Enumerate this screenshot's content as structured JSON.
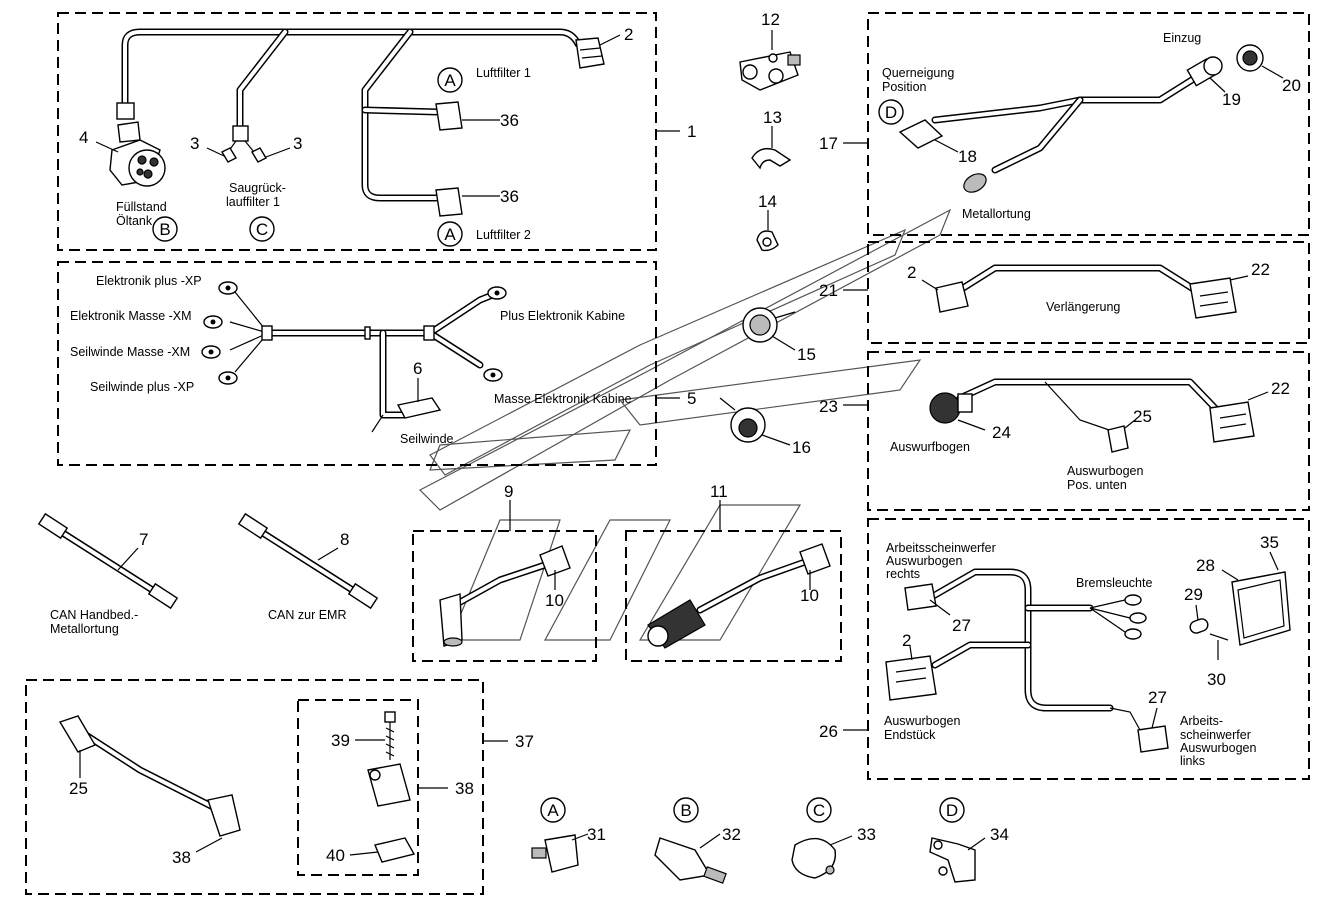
{
  "callouts": {
    "n1": "1",
    "n2a": "2",
    "n2b": "2",
    "n2c": "2",
    "n3a": "3",
    "n3b": "3",
    "n4": "4",
    "n5": "5",
    "n6": "6",
    "n7": "7",
    "n8": "8",
    "n9": "9",
    "n10a": "10",
    "n10b": "10",
    "n11": "11",
    "n12": "12",
    "n13": "13",
    "n14": "14",
    "n15": "15",
    "n16": "16",
    "n17": "17",
    "n18": "18",
    "n19": "19",
    "n20": "20",
    "n21": "21",
    "n22a": "22",
    "n22b": "22",
    "n23": "23",
    "n24": "24",
    "n25a": "25",
    "n25b": "25",
    "n26": "26",
    "n27a": "27",
    "n27b": "27",
    "n28": "28",
    "n29": "29",
    "n30": "30",
    "n31": "31",
    "n32": "32",
    "n33": "33",
    "n34": "34",
    "n35": "35",
    "n36a": "36",
    "n36b": "36",
    "n37": "37",
    "n38a": "38",
    "n38b": "38",
    "n39": "39",
    "n40": "40"
  },
  "letters": {
    "a1": "A",
    "a2": "A",
    "b1": "B",
    "c1": "C",
    "d1": "D",
    "a3": "A",
    "b2": "B",
    "c2": "C",
    "d2": "D"
  },
  "labels": {
    "luftfilter1": "Luftfilter 1",
    "luftfilter2": "Luftfilter 2",
    "fuellstand1": "Füllstand",
    "fuellstand2": "Öltank",
    "saug1": "Saugrück-",
    "saug2": "lauffilter 1",
    "einzug": "Einzug",
    "querneigung1": "Querneigung",
    "querneigung2": "Position",
    "metallortung": "Metallortung",
    "verlaengerung": "Verlängerung",
    "el_plus": "Elektronik plus -XP",
    "el_masse": "Elektronik Masse -XM",
    "sw_masse": "Seilwinde Masse -XM",
    "sw_plus": "Seilwinde plus -XP",
    "plus_kabine": "Plus Elektronik Kabine",
    "masse_kabine": "Masse Elektronik Kabine",
    "seilwinde": "Seilwinde",
    "auswurfbogen": "Auswurfbogen",
    "aw_unten1": "Auswurbogen",
    "aw_unten2": "Pos. unten",
    "can_hand1": "CAN Handbed.-",
    "can_hand2": "Metallortung",
    "can_emr": "CAN zur EMR",
    "asw_r1": "Arbeitsscheinwerfer",
    "asw_r2": "Auswurbogen",
    "asw_r3": "rechts",
    "bremsleuchte": "Bremsleuchte",
    "endstueck1": "Auswurbogen",
    "endstueck2": "Endstück",
    "asw_l1": "Arbeits-",
    "asw_l2": "scheinwerfer",
    "asw_l3": "Auswurbogen",
    "asw_l4": "links"
  }
}
